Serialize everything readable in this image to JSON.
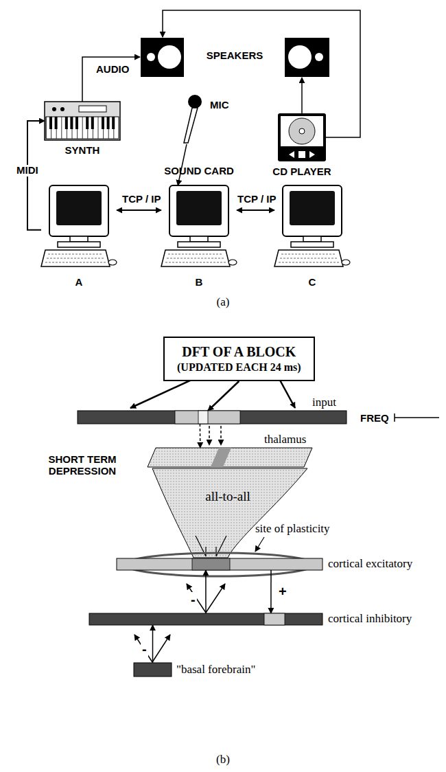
{
  "diagram": {
    "nodes": [
      {
        "text": [
          "SYNTH"
        ]
      },
      {
        "text": [
          "MIC"
        ]
      },
      {
        "text": [
          "CD PLAYER"
        ]
      },
      {
        "text": [
          "A"
        ]
      },
      {
        "text": [
          "SOUND CARD",
          "B"
        ]
      },
      {
        "text": [
          "C"
        ]
      },
      {
        "text": [
          "DFT OF A BLOCK",
          "(UPDATED EACH 24 ms)"
        ]
      },
      {
        "text": [
          "input"
        ]
      },
      {
        "text": [
          "thalamus"
        ]
      },
      {
        "text": [
          "cortical excitatory"
        ]
      },
      {
        "text": [
          "cortical inhibitory"
        ]
      },
      {
        "text": [
          "\"basal forebrain\""
        ]
      }
    ],
    "edges": [
      {
        "from": 3,
        "to": 0,
        "label": "MIDI",
        "arrow": "to"
      },
      {
        "from": 1,
        "to": 4,
        "arrow": "to"
      },
      {
        "from": 3,
        "to": 4,
        "label": "TCP / IP",
        "arrow": "both"
      },
      {
        "from": 4,
        "to": 5,
        "label": "TCP / IP",
        "arrow": "both"
      },
      {
        "from": 6,
        "to": 7,
        "arrow": "to"
      },
      {
        "from": 7,
        "to": 8,
        "arrow": "to"
      },
      {
        "from": 9,
        "to": 10,
        "label": "+",
        "arrow": "to"
      },
      {
        "from": 10,
        "to": 9,
        "label": "-",
        "arrow": "to"
      },
      {
        "from": 11,
        "to": 10,
        "label": "-",
        "arrow": "to"
      }
    ],
    "labels": [
      "SPEAKERS",
      "AUDIO",
      "(a)",
      "SHORT TERM DEPRESSION",
      "FREQ",
      "all-to-all",
      "site of plasticity",
      "(b)"
    ]
  }
}
